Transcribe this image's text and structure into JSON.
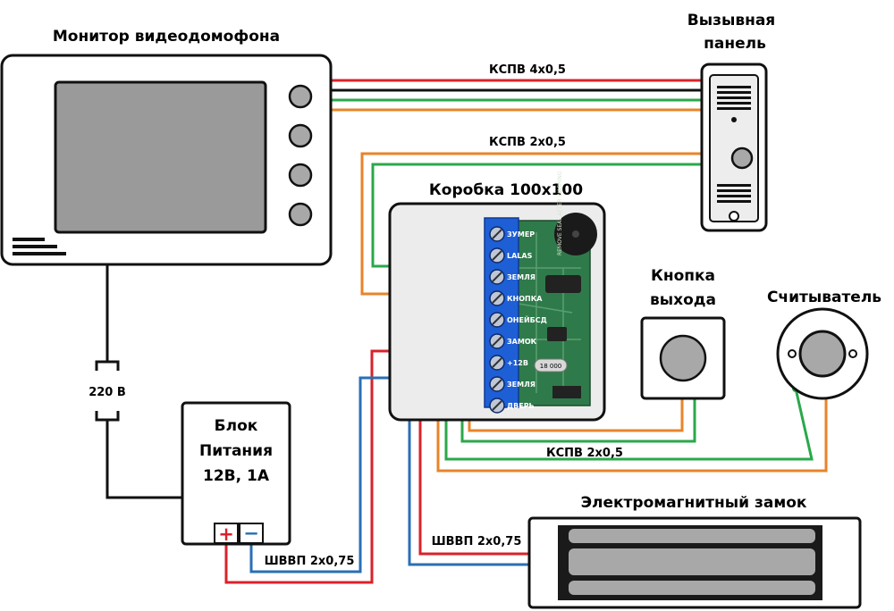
{
  "titles": {
    "monitor": "Монитор видеодомофона",
    "call_panel_1": "Вызывная",
    "call_panel_2": "панель",
    "box": "Коробка 100x100",
    "exit_button_1": "Кнопка",
    "exit_button_2": "выхода",
    "reader": "Считыватель",
    "psu_1": "Блок",
    "psu_2": "Питания",
    "psu_3": "12В, 1А",
    "lock": "Электромагнитный замок"
  },
  "labels": {
    "mains": "220 В",
    "cable_ksp_4": "КСПВ 4x0,5",
    "cable_ksp_2_top": "КСПВ 2x0,5",
    "cable_ksp_2_bottom": "КСПВ 2x0,5",
    "cable_shvvp_psu": "ШВВП 2x0,75",
    "cable_shvvp_lock": "ШВВП 2x0,75",
    "plus": "+",
    "minus": "−"
  },
  "controller": {
    "terminals": [
      "ЗУМЕР",
      "LALAS",
      "ЗЕМЛЯ",
      "КНОПКА",
      "ОНЕЙБСД",
      "ЗАМОК",
      "+12В",
      "ЗЕМЛЯ",
      "ДВЕРЬ"
    ],
    "buzzer_text": "REMOVE SEAL AFTER WASHING",
    "crystal": "18 000"
  },
  "colors": {
    "red": "#d9222a",
    "green": "#2aa84a",
    "orange": "#e8842a",
    "blue": "#2a6fb5",
    "black": "#111111",
    "terminal_blue": "#1e5fd6",
    "pcb_green": "#2f7a4a"
  }
}
